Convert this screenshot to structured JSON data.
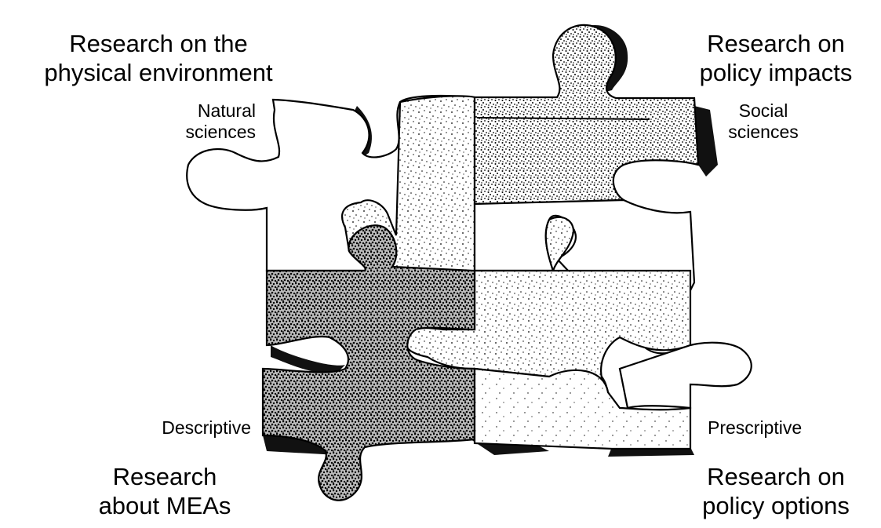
{
  "labels": {
    "top_left": [
      "Research on the",
      "physical environment"
    ],
    "top_right": [
      "Research on",
      "policy impacts"
    ],
    "bottom_left": [
      "Research",
      "about MEAs"
    ],
    "bottom_right": [
      "Research on",
      "policy options"
    ],
    "left_upper": [
      "Natural",
      "sciences"
    ],
    "right_upper": [
      "Social",
      "sciences"
    ],
    "left_lower": "Descriptive",
    "right_lower": "Prescriptive"
  },
  "pieces": [
    {
      "position": "top-left",
      "texture": "plain"
    },
    {
      "position": "top-middle",
      "texture": "speckled"
    },
    {
      "position": "top-right",
      "texture": "dense-speckled"
    },
    {
      "position": "middle-right",
      "texture": "plain"
    },
    {
      "position": "center",
      "texture": "speckled"
    },
    {
      "position": "bottom-left",
      "texture": "dark-speckled"
    },
    {
      "position": "bottom-right",
      "texture": "light-speckled"
    }
  ],
  "colors": {
    "ink": "#000000",
    "paper": "#ffffff",
    "shadow": "#111111"
  }
}
